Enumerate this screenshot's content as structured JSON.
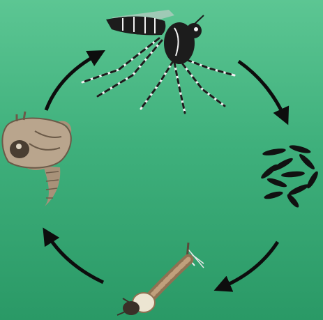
{
  "diagram": {
    "type": "life-cycle",
    "direction": "clockwise",
    "stages": [
      {
        "id": "adult",
        "icon": "adult-mosquito-icon"
      },
      {
        "id": "eggs",
        "icon": "eggs-icon"
      },
      {
        "id": "larva",
        "icon": "larva-icon"
      },
      {
        "id": "pupa",
        "icon": "pupa-icon"
      }
    ],
    "arrow_count": 4
  },
  "colors": {
    "background_top": "#5cc693",
    "background_bottom": "#2a9966",
    "arrow": "#0d0d0d",
    "body_dark": "#1c1c1c",
    "leg_white": "#f2f2f2",
    "pupa_tan": "#a89279",
    "larva_tan": "#a8865f"
  }
}
